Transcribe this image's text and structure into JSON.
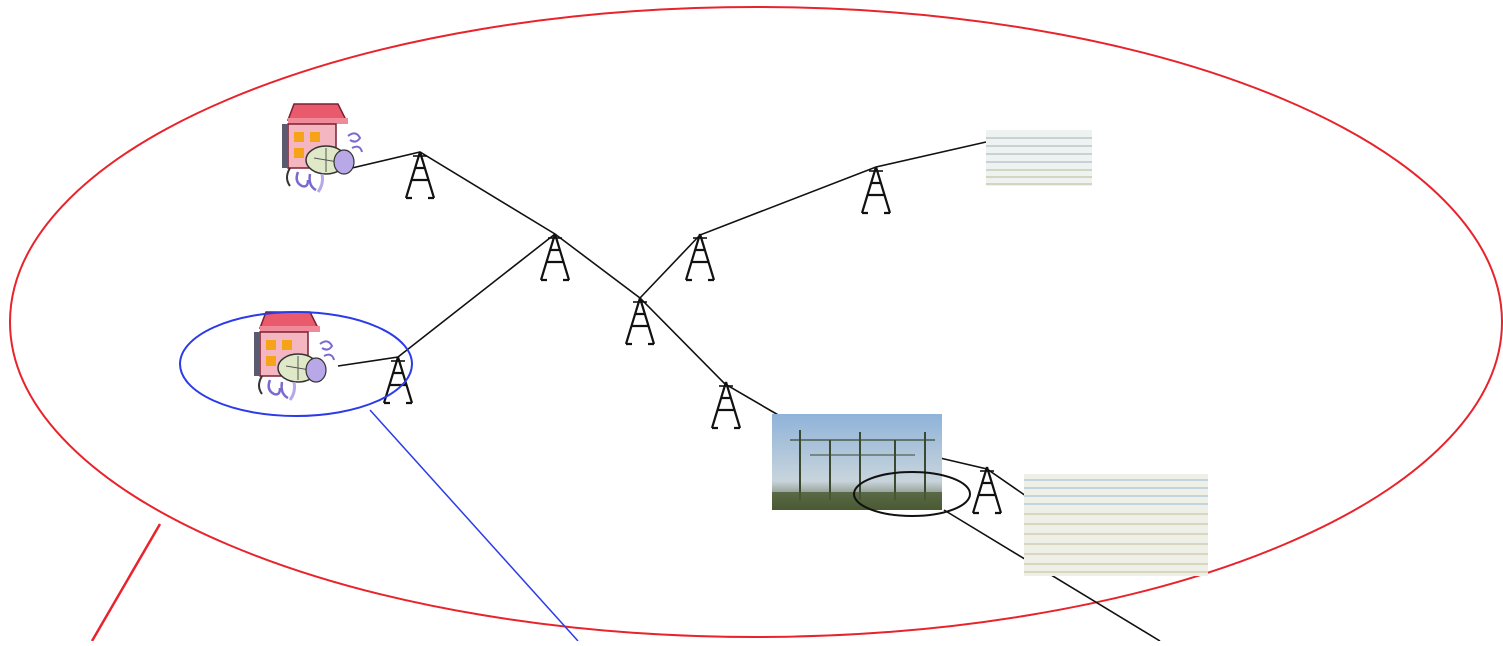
{
  "diagram": {
    "colors": {
      "outer_boundary": "#e8232b",
      "highlight_home": "#2b3be8",
      "highlight_substation": "#111111",
      "power_line": "#111111",
      "house_roof": "#e85a6c",
      "house_wall": "#f4b6c0",
      "house_window": "#f7a31a",
      "meter": "#b8a8e8",
      "substation_sky": "#8fb3d9",
      "substation_ground": "#4a5a32"
    },
    "icons": {
      "house": "house-with-meter-icon",
      "tower": "transmission-tower-icon",
      "substation": "substation-photo",
      "generation_site_top": "power-plant-photo",
      "generation_site_bottom": "power-plant-photo"
    }
  }
}
